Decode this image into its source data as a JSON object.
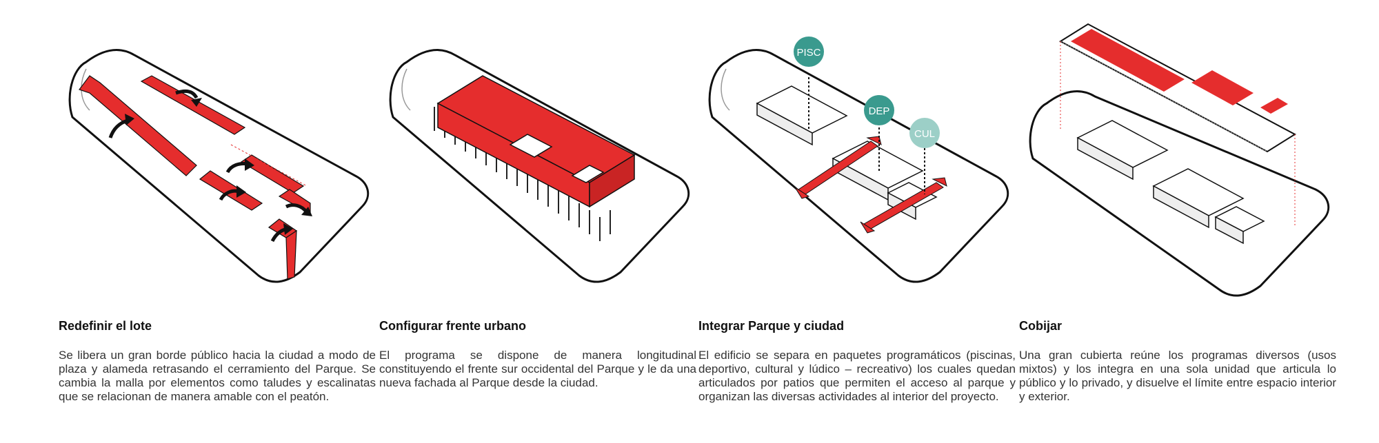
{
  "colors": {
    "accent": "#e52d2d",
    "bubble": "#3a9a8e",
    "bubble_light": "#9ccfc7",
    "line": "#111111"
  },
  "panels": [
    {
      "title": "Redefinir el lote",
      "body": "Se libera un gran borde público hacia la ciudad a modo  de plaza y alameda retrasando el cerramiento del Parque. Se cambia la malla por elementos como taludes y escalinatas que se relacionan de manera amable con el peatón."
    },
    {
      "title": "Configurar frente urbano",
      "body": "El programa se dispone de manera longitudinal constituyendo el frente sur occidental del Parque y le da una nueva fachada al Parque desde la ciudad."
    },
    {
      "title": "Integrar Parque y ciudad",
      "body": "El edificio se separa en paquetes programáticos (piscinas, deportivo, cultural y lúdico – recreativo) los cuales quedan articulados por patios que permiten el acceso al parque y organizan las diversas actividades al interior del proyecto."
    },
    {
      "title": "Cobijar",
      "body": "Una gran cubierta reúne los programas diversos (usos mixtos) y los integra en una sola unidad que articula lo público y lo privado, y disuelve el límite entre espacio interior y exterior."
    }
  ],
  "labels": {
    "pisc": "PISC",
    "dep": "DEP",
    "cul": "CUL"
  }
}
